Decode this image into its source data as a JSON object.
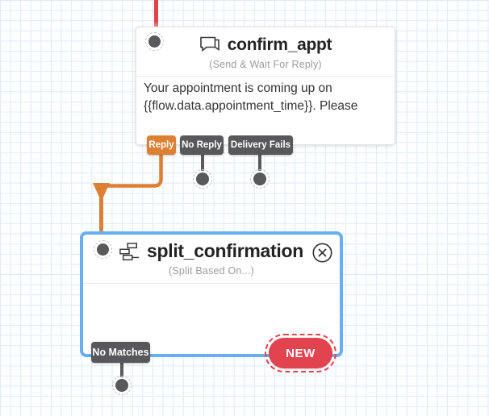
{
  "widgets": [
    {
      "title": "confirm_appt",
      "subtitle": "(Send & Wait For Reply)",
      "icon": "chat-bubble-icon",
      "body_lines": [
        "Your appointment is coming up on",
        "{{flow.data.appointment_time}}. Please"
      ],
      "transitions": [
        {
          "label": "Reply"
        },
        {
          "label": "No Reply"
        },
        {
          "label": "Delivery Fails"
        }
      ]
    },
    {
      "title": "split_confirmation",
      "subtitle": "(Split Based On...)",
      "icon": "split-icon",
      "selected": true,
      "transitions": [
        {
          "label": "No Matches"
        }
      ],
      "new_button_label": "NEW"
    }
  ],
  "colors": {
    "incoming_connector_red": "#E2434B",
    "reply_connector_orange": "#DD8034",
    "selection_blue": "#67AEF2",
    "transition_label_gray": "#58585A",
    "new_button_red": "#E1434F"
  }
}
